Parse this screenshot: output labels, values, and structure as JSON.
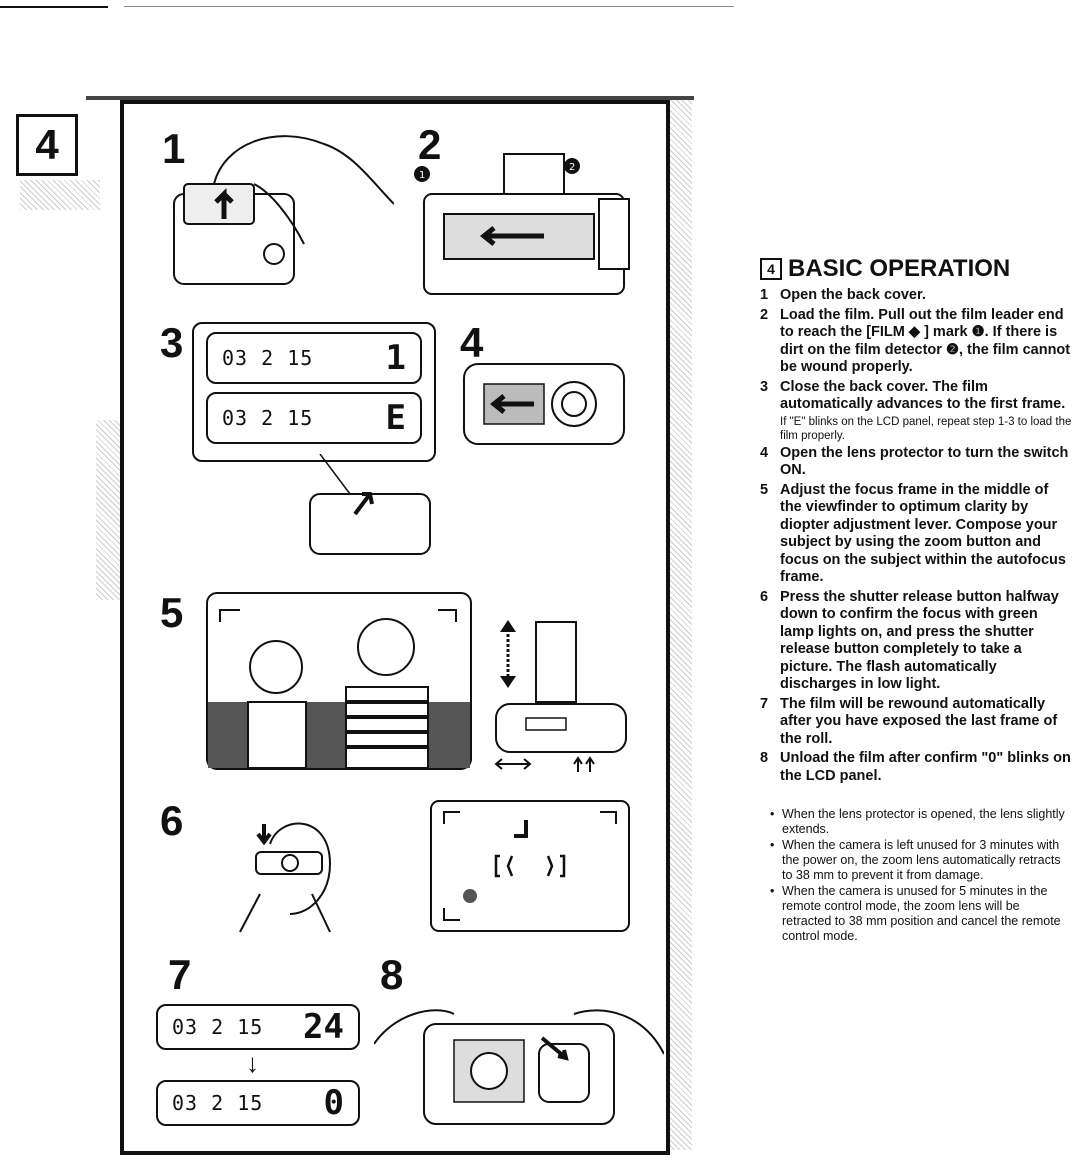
{
  "section_number": "4",
  "steps_panel": {
    "labels": [
      "1",
      "2",
      "3",
      "4",
      "5",
      "6",
      "7",
      "8"
    ],
    "lcd": {
      "left_text": "03 2 15",
      "frame_1": "1",
      "frame_e": "E",
      "frame_24": "24",
      "frame_0": "0"
    }
  },
  "manual": {
    "section_box": "4",
    "title": "BASIC OPERATION",
    "steps": [
      {
        "n": "1",
        "text": "Open the back cover.",
        "note": ""
      },
      {
        "n": "2",
        "text": "Load the film. Pull out the film leader end to reach the [FILM ◆ ] mark ❶. If there is dirt on the film detector ❷, the film cannot be wound properly.",
        "note": ""
      },
      {
        "n": "3",
        "text": "Close the back cover. The film automatically advances to the first frame.",
        "note": "If \"E\" blinks on the LCD panel, repeat step 1-3 to load the film properly."
      },
      {
        "n": "4",
        "text": "Open the lens protector to turn the switch ON.",
        "note": ""
      },
      {
        "n": "5",
        "text": "Adjust the focus frame in the middle of the viewfinder to optimum clarity by diopter adjustment lever. Compose your subject by using the zoom button and focus on the subject within the autofocus frame.",
        "note": ""
      },
      {
        "n": "6",
        "text": "Press the shutter release button halfway down to confirm the focus with green lamp lights on, and press the shutter release button completely to take a picture. The flash automatically discharges in low light.",
        "note": ""
      },
      {
        "n": "7",
        "text": "The film will be rewound automatically after you have exposed the last frame of the roll.",
        "note": ""
      },
      {
        "n": "8",
        "text": "Unload the film after confirm \"0\" blinks on the LCD panel.",
        "note": ""
      }
    ],
    "notes": [
      "When the lens protector is opened, the lens slightly extends.",
      "When the camera is left unused for 3 minutes with the power on, the zoom lens automatically retracts to 38 mm to prevent it from damage.",
      "When the camera is unused for 5 minutes in the remote control mode, the zoom lens will be retracted to 38 mm position and cancel the remote control mode."
    ]
  }
}
